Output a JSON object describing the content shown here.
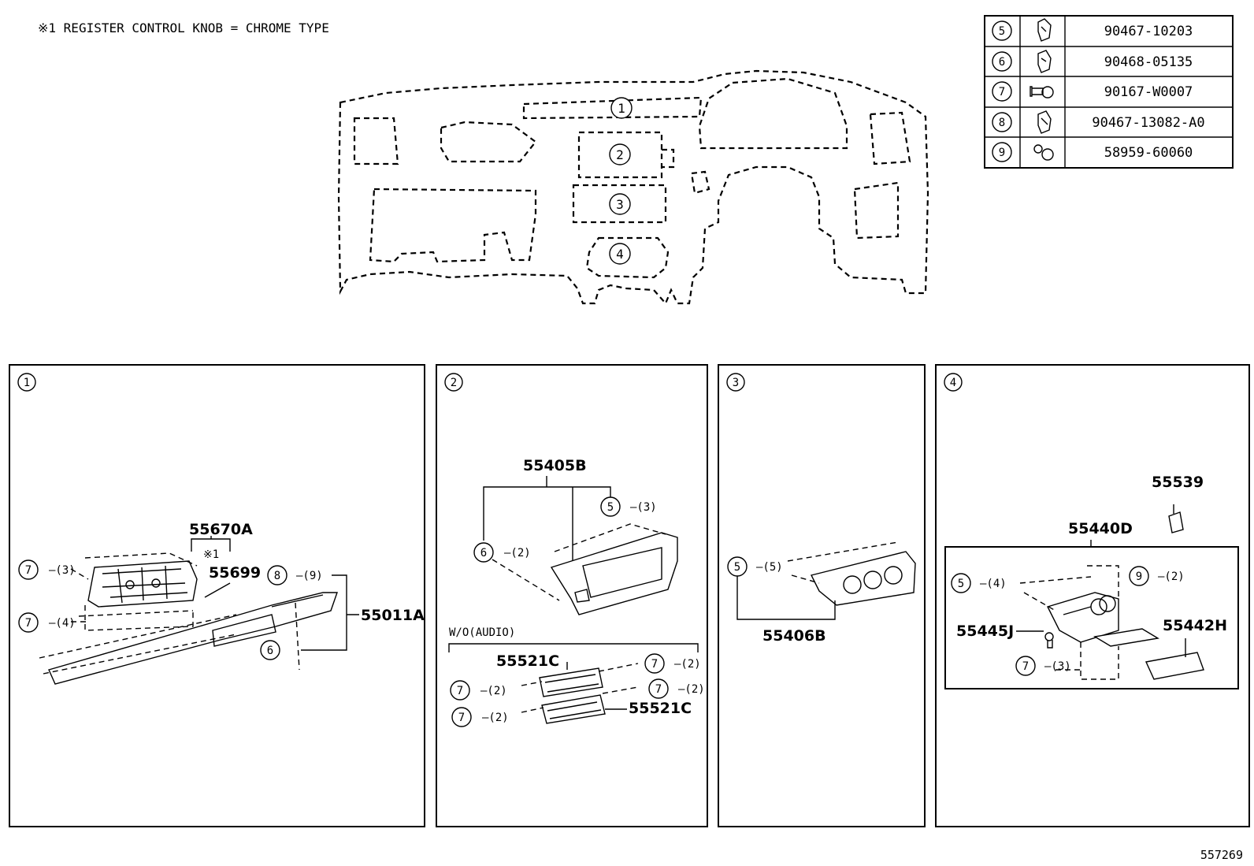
{
  "note": "※1 REGISTER CONTROL KNOB = CHROME TYPE",
  "legend": [
    {
      "ref": "5",
      "icon": "clip-icon",
      "part": "90467-10203"
    },
    {
      "ref": "6",
      "icon": "clip-icon",
      "part": "90468-05135"
    },
    {
      "ref": "7",
      "icon": "screw-icon",
      "part": "90167-W0007"
    },
    {
      "ref": "8",
      "icon": "clip-icon",
      "part": "90467-13082-A0"
    },
    {
      "ref": "9",
      "icon": "cushion-icon",
      "part": "58959-60060"
    }
  ],
  "overview": {
    "locations": [
      "1",
      "2",
      "3",
      "4"
    ]
  },
  "panels": [
    {
      "id": "1",
      "parts": {
        "a": "55670A",
        "b": "55699",
        "c": "55011A"
      },
      "mark": "※1",
      "callouts": [
        {
          "ref": "7",
          "qty": "(3)"
        },
        {
          "ref": "7",
          "qty": "(4)"
        },
        {
          "ref": "8",
          "qty": "(9)"
        },
        {
          "ref": "6",
          "qty": ""
        }
      ]
    },
    {
      "id": "2",
      "parts": {
        "a": "55405B",
        "b": "55521C",
        "c": "55521C"
      },
      "variant": "W/O(AUDIO)",
      "callouts": [
        {
          "ref": "5",
          "qty": "(3)"
        },
        {
          "ref": "6",
          "qty": "(2)"
        },
        {
          "ref": "7",
          "qty": "(2)"
        },
        {
          "ref": "7",
          "qty": "(2)"
        },
        {
          "ref": "7",
          "qty": "(2)"
        },
        {
          "ref": "7",
          "qty": "(2)"
        }
      ]
    },
    {
      "id": "3",
      "parts": {
        "a": "55406B"
      },
      "callouts": [
        {
          "ref": "5",
          "qty": "(5)"
        }
      ]
    },
    {
      "id": "4",
      "parts": {
        "a": "55539",
        "b": "55440D",
        "c": "55445J",
        "d": "55442H"
      },
      "callouts": [
        {
          "ref": "5",
          "qty": "(4)"
        },
        {
          "ref": "9",
          "qty": "(2)"
        },
        {
          "ref": "7",
          "qty": "(3)"
        }
      ]
    }
  ],
  "figure_id": "557269"
}
